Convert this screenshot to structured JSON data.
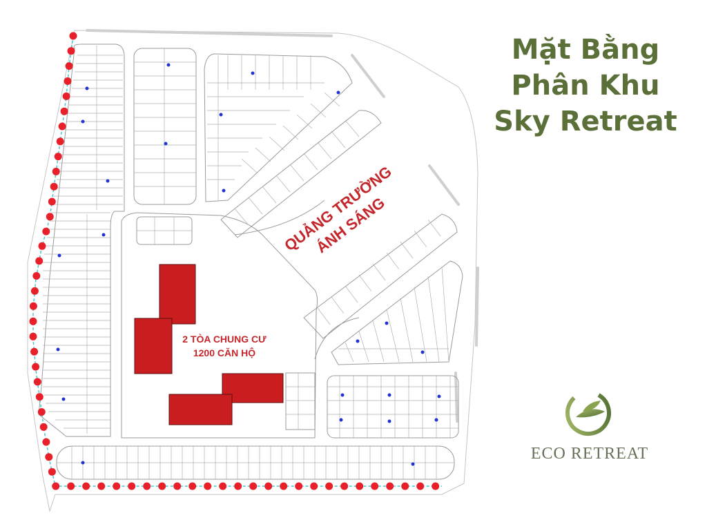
{
  "title": {
    "line1": "Mặt Bằng",
    "line2": "Phân Khu",
    "line3": "Sky Retreat"
  },
  "plaza_label": {
    "line1": "QUẢNG TRƯỜNG",
    "line2": "ÁNH SÁNG"
  },
  "apartments_label": {
    "line1": "2 TÒA CHUNG CƯ",
    "line2": "1200 CĂN HỘ"
  },
  "brand": {
    "name": "ECO RETREAT"
  },
  "colors": {
    "title": "#5b7039",
    "label": "#c3272b",
    "building": "#c91d1f",
    "boundary_dot": "#e8202a",
    "boundary_line": "#3ec7d4",
    "lot_line": "#8a8a8a",
    "brand": "#66705a"
  },
  "icons": [
    "eco-leaf-logo-icon",
    "lot-marker-dot-icon"
  ]
}
